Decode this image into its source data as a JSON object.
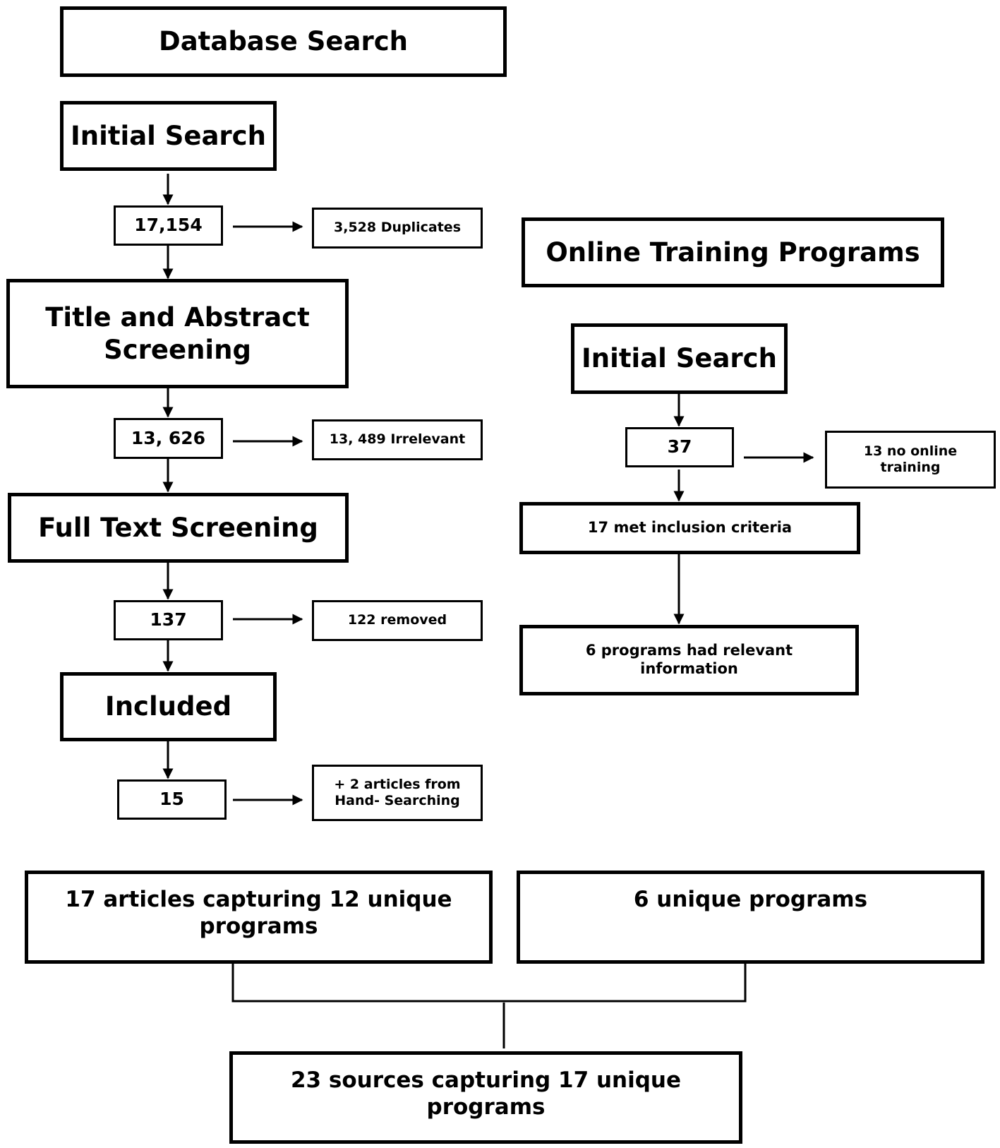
{
  "database": {
    "header": "Database Search",
    "initial_search": "Initial Search",
    "count_1": "17,154",
    "excluded_1": "3,528 Duplicates",
    "title_abstract": "Title and Abstract Screening",
    "count_2": "13, 626",
    "excluded_2": "13, 489 Irrelevant",
    "full_text": "Full Text Screening",
    "count_3": "137",
    "excluded_3": "122 removed",
    "included": "Included",
    "count_4": "15",
    "added": "+ 2 articles from Hand- Searching",
    "result": "17 articles capturing 12 unique programs"
  },
  "online": {
    "header": "Online Training Programs",
    "initial_search": "Initial Search",
    "count_1": "37",
    "excluded_1": "13 no online training",
    "met_criteria": "17 met inclusion criteria",
    "relevant": "6 programs had relevant information",
    "result": "6 unique programs"
  },
  "final": "23 sources capturing 17 unique programs"
}
